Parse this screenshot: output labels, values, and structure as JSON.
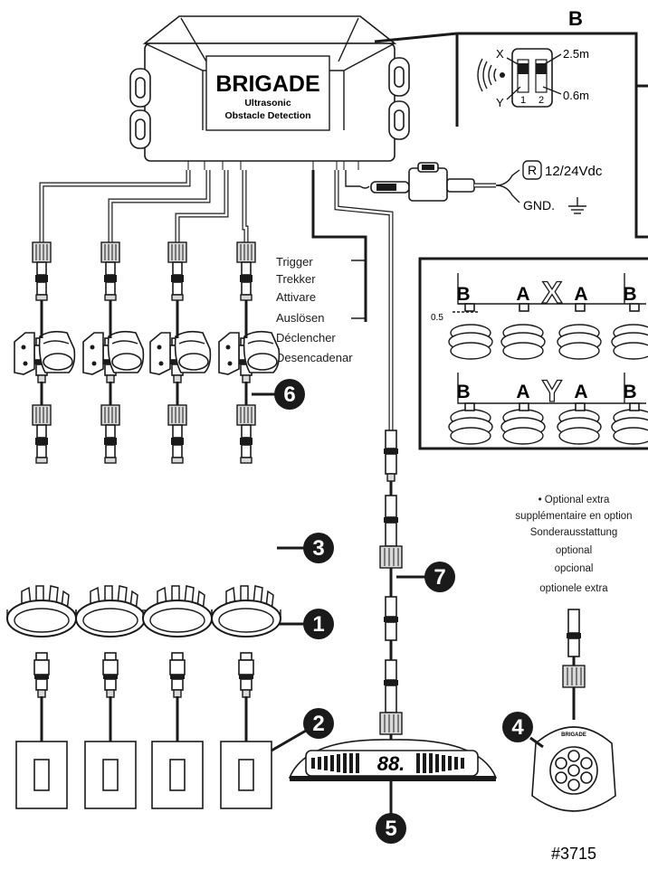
{
  "module": {
    "brand": "BRIGADE",
    "line1": "Ultrasonic",
    "line2": "Obstacle Detection"
  },
  "power": {
    "r_symbol": "R",
    "voltage": "12/24Vdc",
    "ground": "GND."
  },
  "trigger_labels": [
    "Trigger",
    "Trekker",
    "Attivare",
    "Auslösen",
    "Déclencher",
    "Desencadenar"
  ],
  "inset_b": {
    "title": "B",
    "x_label": "X",
    "y_label": "Y",
    "dist_x": "2.5m",
    "dist_y": "0.6m",
    "switch_1": "1",
    "switch_2": "2"
  },
  "sensor_layout": {
    "row_x": [
      "B",
      "A",
      "X",
      "A",
      "B"
    ],
    "row_y": [
      "B",
      "A",
      "Y",
      "A",
      "B"
    ],
    "offset": "0.5"
  },
  "optional_extra": [
    "• Optional extra",
    "supplémentaire en option",
    "Sonderausstattung",
    "optional",
    "opcional",
    "optionele extra"
  ],
  "part_numbers": [
    "1",
    "2",
    "3",
    "4",
    "5",
    "6",
    "7"
  ],
  "display": {
    "brand": "BRIGADE",
    "digits": "88."
  },
  "product_code": "#3715"
}
